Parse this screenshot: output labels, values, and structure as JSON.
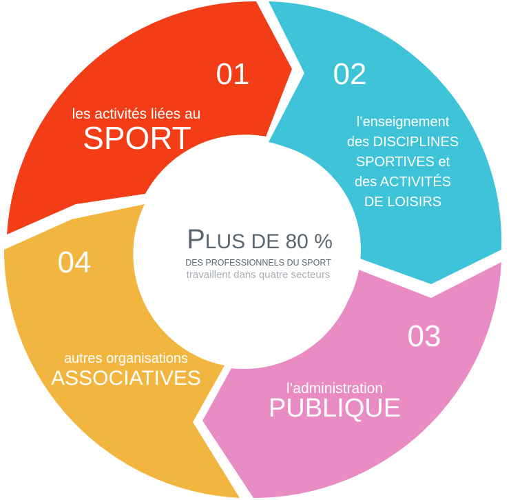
{
  "center": {
    "headline_lead": "P",
    "headline_rest": "LUS DE 80 %",
    "line1": "DES PROFESSIONNELS DU SPORT",
    "line2": "travaillent dans quatre secteurs"
  },
  "segments": [
    {
      "number": "01",
      "label_small": "les activités liées au",
      "label_large": "SPORT",
      "color": "#f23d16"
    },
    {
      "number": "02",
      "label_lines": [
        "l’enseignement",
        "des DISCIPLINES",
        "SPORTIVES et",
        "des ACTIVITÉS",
        "DE LOISIRS"
      ],
      "color": "#3fc3d9"
    },
    {
      "number": "03",
      "label_small": "l’administration",
      "label_large": "PUBLIQUE",
      "color": "#e98cc3"
    },
    {
      "number": "04",
      "label_small": "autres organisations",
      "label_large": "ASSOCIATIVES",
      "color": "#f2b640"
    }
  ],
  "colors": {
    "center_text": "#5c6670",
    "center_subtext": "#a6aeb5",
    "background": "#ffffff"
  }
}
